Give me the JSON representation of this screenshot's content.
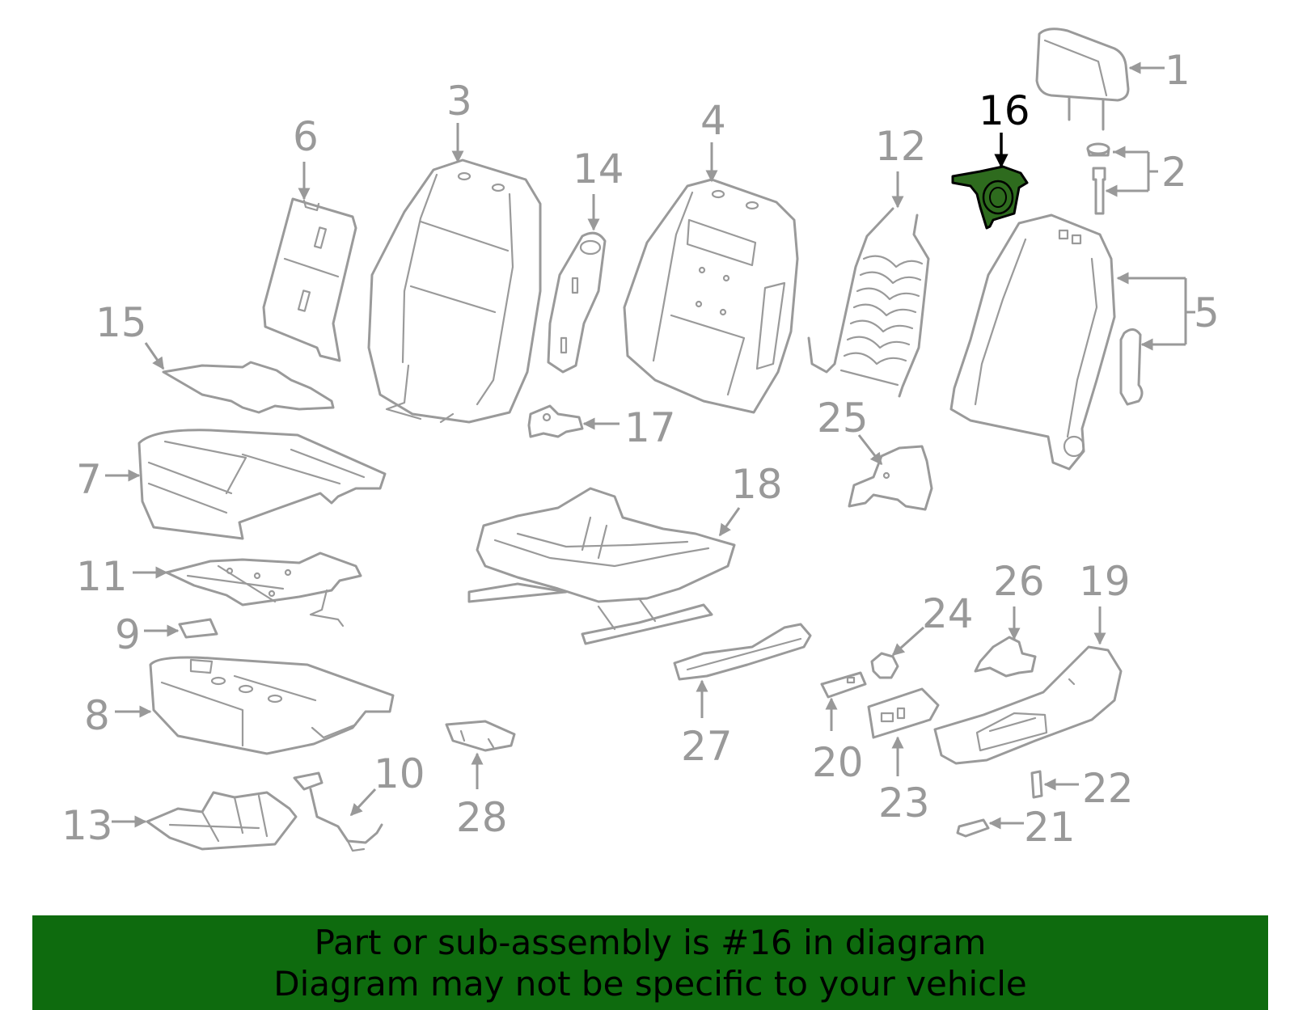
{
  "colors": {
    "outline": "#9a9a9a",
    "label": "#999999",
    "highlight_fill": "#2e6b1e",
    "highlight_label": "#000000",
    "banner_bg": "#0e6b0e",
    "banner_text": "#000000"
  },
  "highlighted_part": "16",
  "labels": {
    "p1": "1",
    "p2": "2",
    "p3": "3",
    "p4": "4",
    "p5": "5",
    "p6": "6",
    "p7": "7",
    "p8": "8",
    "p9": "9",
    "p10": "10",
    "p11": "11",
    "p12": "12",
    "p13": "13",
    "p14": "14",
    "p15": "15",
    "p16": "16",
    "p17": "17",
    "p18": "18",
    "p19": "19",
    "p20": "20",
    "p21": "21",
    "p22": "22",
    "p23": "23",
    "p24": "24",
    "p25": "25",
    "p26": "26",
    "p27": "27",
    "p28": "28"
  },
  "banner": {
    "line1": "Part or sub-assembly is #16 in diagram",
    "line2": "Diagram may not be specific to your vehicle"
  }
}
